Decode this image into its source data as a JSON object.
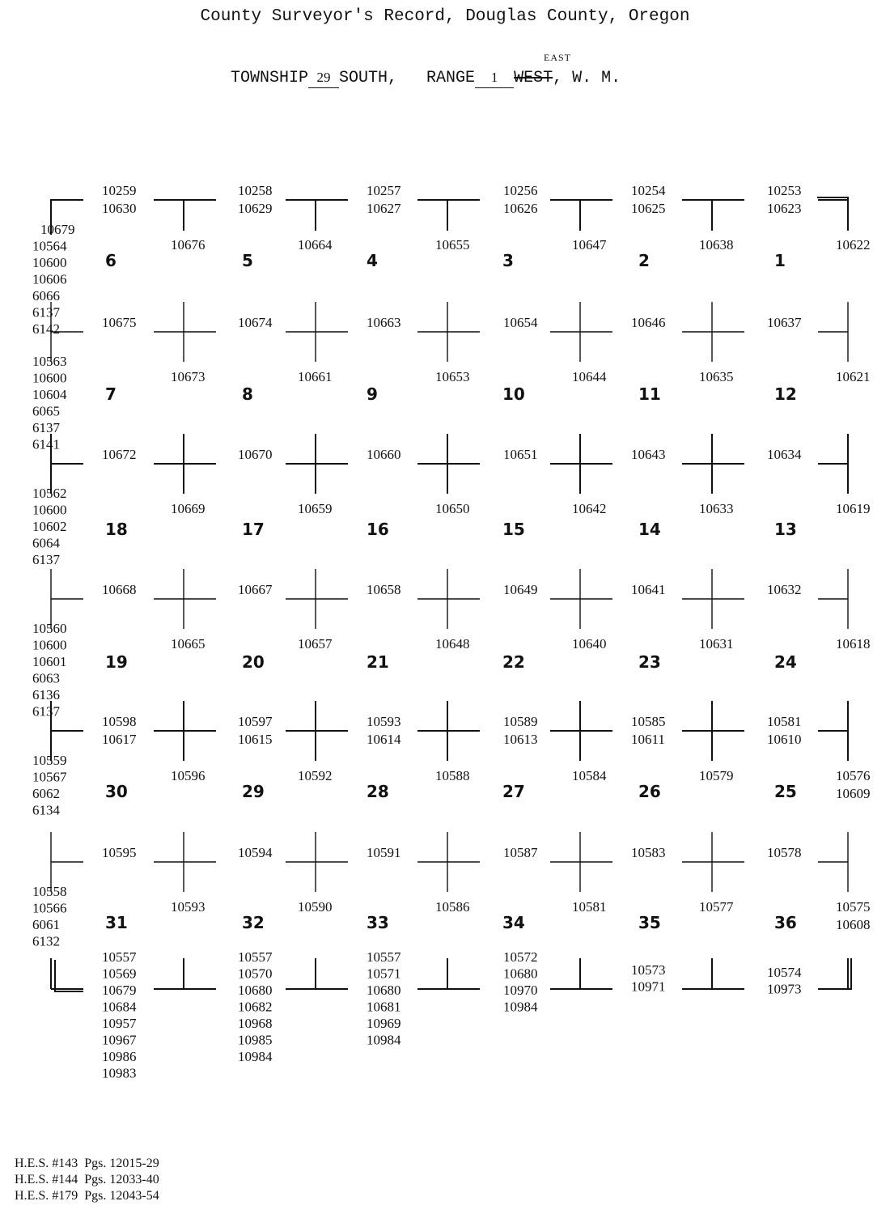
{
  "header": {
    "title": "County Surveyor's Record, Douglas County, Oregon",
    "township_label": "TOWNSHIP",
    "township_number": "29",
    "township_dir": "SOUTH,",
    "range_label": "RANGE",
    "range_number": "1",
    "range_dir_struck": "WEST",
    "range_dir_written": "EAST",
    "meridian": ", W. M."
  },
  "sections": [
    "6",
    "5",
    "4",
    "3",
    "2",
    "1",
    "7",
    "8",
    "9",
    "10",
    "11",
    "12",
    "18",
    "17",
    "16",
    "15",
    "14",
    "13",
    "19",
    "20",
    "21",
    "22",
    "23",
    "24",
    "30",
    "29",
    "28",
    "27",
    "26",
    "25",
    "31",
    "32",
    "33",
    "34",
    "35",
    "36"
  ],
  "corner_rows": [
    {
      "west_edge": [
        "10679",
        "10564",
        "10600",
        "10606",
        "6066",
        "6137",
        "6142"
      ],
      "top": [
        [
          "10259",
          "10630"
        ],
        [
          "10258",
          "10629"
        ],
        [
          "10257",
          "10627"
        ],
        [
          "10256",
          "10626"
        ],
        [
          "10254",
          "10625"
        ],
        [
          "10253",
          "10623"
        ]
      ],
      "bottom": [
        "10676",
        "10664",
        "10655",
        "10647",
        "10638",
        "10622"
      ]
    },
    {
      "west_edge": [
        "10563",
        "10600",
        "10604",
        "6065",
        "6137",
        "6141"
      ],
      "top": [
        [
          "10675"
        ],
        [
          "10674"
        ],
        [
          "10663"
        ],
        [
          "10654"
        ],
        [
          "10646"
        ],
        [
          "10637"
        ]
      ],
      "bottom": [
        "10673",
        "10661",
        "10653",
        "10644",
        "10635",
        "10621"
      ]
    },
    {
      "west_edge": [
        "10562",
        "10600",
        "10602",
        "6064",
        "6137"
      ],
      "top": [
        [
          "10672"
        ],
        [
          "10670"
        ],
        [
          "10660"
        ],
        [
          "10651"
        ],
        [
          "10643"
        ],
        [
          "10634"
        ]
      ],
      "bottom": [
        "10669",
        "10659",
        "10650",
        "10642",
        "10633",
        "10619"
      ]
    },
    {
      "west_edge": [
        "10560",
        "10600",
        "10601",
        "6063",
        "6136",
        "6137"
      ],
      "top": [
        [
          "10668"
        ],
        [
          "10667"
        ],
        [
          "10658"
        ],
        [
          "10649"
        ],
        [
          "10641"
        ],
        [
          "10632"
        ]
      ],
      "bottom": [
        "10665",
        "10657",
        "10648",
        "10640",
        "10631",
        "10618"
      ]
    },
    {
      "west_edge": [
        "10559",
        "10567",
        "6062",
        "6134"
      ],
      "top": [
        [
          "10598",
          "10617"
        ],
        [
          "10597",
          "10615"
        ],
        [
          "10593",
          "10614"
        ],
        [
          "10589",
          "10613"
        ],
        [
          "10585",
          "10611"
        ],
        [
          "10581",
          "10610"
        ]
      ],
      "bottom": [
        "10596",
        "10592",
        "10588",
        "10584",
        "10579",
        "10576\n10609"
      ]
    },
    {
      "west_edge": [
        "10558",
        "10566",
        "6061",
        "6132"
      ],
      "top": [
        [
          "10595"
        ],
        [
          "10594"
        ],
        [
          "10591"
        ],
        [
          "10587"
        ],
        [
          "10583"
        ],
        [
          "10578"
        ]
      ],
      "bottom": [
        "10593",
        "10590",
        "10586",
        "10581",
        "10577",
        "10575\n10608"
      ]
    }
  ],
  "south_boundary": [
    [
      "10557",
      "10569",
      "10679",
      "10684",
      "10957",
      "10967",
      "10986",
      "10983"
    ],
    [
      "10557",
      "10570",
      "10680",
      "10682",
      "10968",
      "10985",
      "10984"
    ],
    [
      "10557",
      "10571",
      "10680",
      "10681",
      "10969",
      "10984"
    ],
    [
      "10572",
      "10680",
      "10970",
      "10984"
    ],
    [
      "10573",
      "10971"
    ],
    [
      "10574",
      "10973"
    ]
  ],
  "references": [
    {
      "hes": "H.E.S. #143",
      "pgs": "Pgs. 12015-29"
    },
    {
      "hes": "H.E.S. #144",
      "pgs": "Pgs. 12033-40"
    },
    {
      "hes": "H.E.S. #179",
      "pgs": "Pgs. 12043-54"
    }
  ]
}
